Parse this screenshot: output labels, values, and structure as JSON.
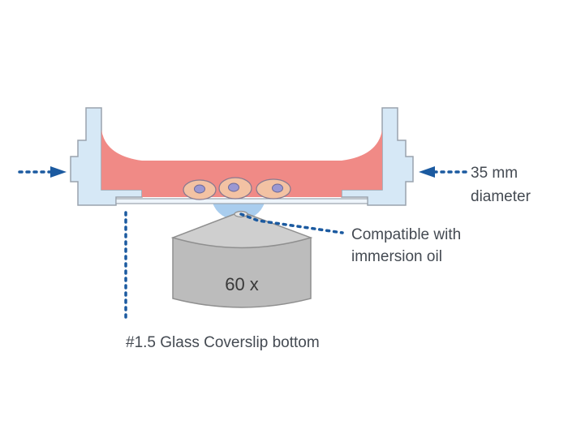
{
  "labels": {
    "diameter_line1": "35 mm",
    "diameter_line2": "diameter",
    "oil_line1": "Compatible with",
    "oil_line2": "immersion oil",
    "coverslip": "#1.5 Glass Coverslip bottom",
    "objective": "60 x"
  },
  "colors": {
    "dish_wall": "#d6e8f6",
    "dish_outline": "#9aa3ad",
    "medium": "#f08a86",
    "cell_body": "#f3c2a3",
    "nucleus": "#9b98d2",
    "immersion_oil": "#a9cdee",
    "objective_top": "#cfcfcf",
    "objective_body": "#bcbcbc",
    "arrow": "#1b5aa0",
    "dotted": "#1b5aa0"
  }
}
